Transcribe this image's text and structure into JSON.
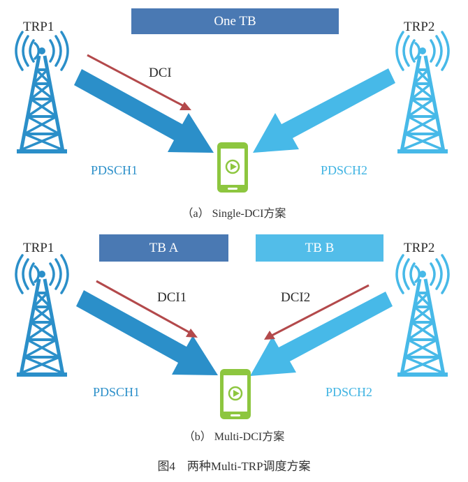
{
  "panel_a": {
    "banner": "One TB",
    "trp_left": "TRP1",
    "trp_right": "TRP2",
    "dci": "DCI",
    "pdsch_left": "PDSCH1",
    "pdsch_right": "PDSCH2",
    "caption": "（a） Single-DCI方案"
  },
  "panel_b": {
    "banner_left": "TB A",
    "banner_right": "TB B",
    "trp_left": "TRP1",
    "trp_right": "TRP2",
    "dci_left": "DCI1",
    "dci_right": "DCI2",
    "pdsch_left": "PDSCH1",
    "pdsch_right": "PDSCH2",
    "caption": "（b） Multi-DCI方案"
  },
  "figure_caption": "图4　两种Multi-TRP调度方案",
  "colors": {
    "dark_blue": "#2b8fc9",
    "light_blue": "#47b9e8",
    "banner_dark": "#4a79b3",
    "banner_light": "#52bde9",
    "dci_arrow": "#b3494b",
    "phone_green": "#8dc63f"
  },
  "icons": [
    "tower-icon",
    "phone-play-icon"
  ]
}
